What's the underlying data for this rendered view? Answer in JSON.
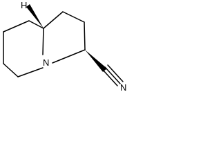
{
  "molecule": {
    "atoms": {
      "nitrogen_ring": "N",
      "nitrile_nitrogen": "N",
      "stereo_hydrogen": "H"
    }
  }
}
